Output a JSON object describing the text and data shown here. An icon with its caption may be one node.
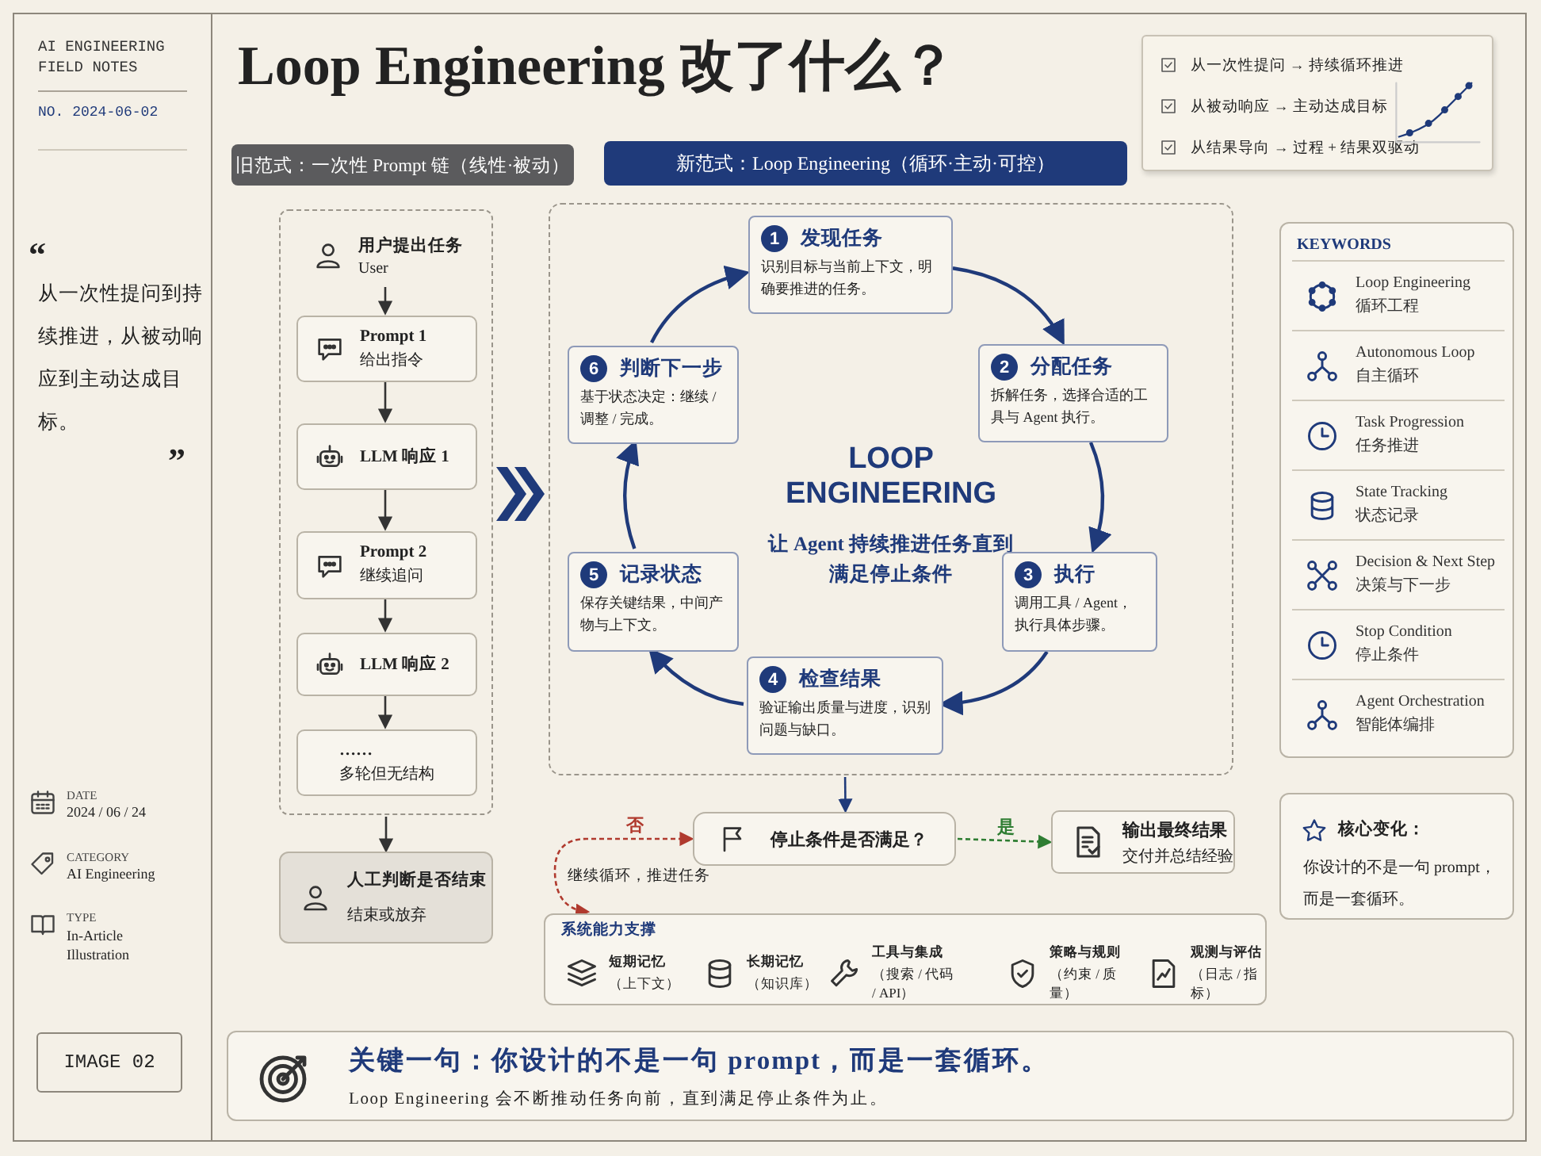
{
  "diagram": {
    "title": "Loop Engineering 改了什么？",
    "nodes": [
      {
        "text": [
          "旧范式：一次性 Prompt 链（线性·被动）"
        ]
      },
      {
        "text": [
          "新范式：Loop Engineering（循环·主动·可控）"
        ]
      },
      {
        "text": [],
        "shape": "box"
      },
      {
        "text": [
          "用户提出任务",
          "User"
        ],
        "in": 2
      },
      {
        "text": [
          "Prompt 1",
          "给出指令"
        ],
        "in": 2
      },
      {
        "text": [
          "LLM 响应 1"
        ],
        "in": 2
      },
      {
        "text": [
          "Prompt 2",
          "继续追问"
        ],
        "in": 2
      },
      {
        "text": [
          "LLM 响应 2"
        ],
        "in": 2
      },
      {
        "text": [
          "……",
          "多轮但无结构"
        ],
        "in": 2
      },
      {
        "text": [
          "人工判断是否结束",
          "结束或放弃"
        ]
      },
      {
        "text": [
          "LOOP ENGINEERING",
          "让 Agent 持续推进任务直到满足停止条件"
        ]
      },
      {
        "text": [
          "1",
          "发现任务",
          "识别目标与当前上下文，明确要推进的任务。"
        ],
        "in": 10
      },
      {
        "text": [
          "2",
          "分配任务",
          "拆解任务，选择合适的工具与 Agent 执行。"
        ],
        "in": 10
      },
      {
        "text": [
          "3",
          "执行",
          "调用工具 / Agent，执行具体步骤。"
        ],
        "in": 10
      },
      {
        "text": [
          "4",
          "检查结果",
          "验证输出质量与进度，识别问题与缺口。"
        ],
        "in": 10
      },
      {
        "text": [
          "5",
          "记录状态",
          "保存关键结果，中间产物与上下文。"
        ],
        "in": 10
      },
      {
        "text": [
          "6",
          "判断下一步",
          "基于状态决定：继续 / 调整 / 完成。"
        ],
        "in": 10
      },
      {
        "text": [
          "停止条件是否满足？"
        ]
      },
      {
        "text": [
          "输出最终结果",
          "交付并总结经验"
        ]
      },
      {
        "text": [
          "系统能力支撑"
        ]
      },
      {
        "text": [
          "短期记忆",
          "（上下文）"
        ],
        "in": 19
      },
      {
        "text": [
          "长期记忆",
          "（知识库）"
        ],
        "in": 19
      },
      {
        "text": [
          "工具与集成",
          "（搜索 / 代码 / API）"
        ],
        "in": 19
      },
      {
        "text": [
          "策略与规则",
          "（约束 / 质量）"
        ],
        "in": 19
      },
      {
        "text": [
          "观测与评估",
          "（日志 / 指标）"
        ],
        "in": 19
      },
      {
        "text": [
          "KEYWORDS"
        ]
      },
      {
        "text": [
          "Loop Engineering",
          "循环工程"
        ],
        "in": 25
      },
      {
        "text": [
          "Autonomous Loop",
          "自主循环"
        ],
        "in": 25
      },
      {
        "text": [
          "Task Progression",
          "任务推进"
        ],
        "in": 25
      },
      {
        "text": [
          "State Tracking",
          "状态记录"
        ],
        "in": 25
      },
      {
        "text": [
          "Decision & Next Step",
          "决策与下一步"
        ],
        "in": 25
      },
      {
        "text": [
          "Stop Condition",
          "停止条件"
        ],
        "in": 25
      },
      {
        "text": [
          "Agent Orchestration",
          "智能体编排"
        ],
        "in": 25
      },
      {
        "text": [
          "核心变化：",
          "你设计的不是一句 prompt，而是一套循环。"
        ]
      },
      {
        "text": [
          "从一次性提问 → 持续循环推进",
          "从被动响应 → 主动达成目标",
          "从结果导向 → 过程 + 结果双驱动"
        ]
      },
      {
        "text": [
          "IMAGE 02"
        ]
      },
      {
        "text": [
          "关键一句：你设计的不是一句 prompt，而是一套循环。",
          "Loop Engineering 会不断推动任务向前，直到满足停止条件为止。"
        ]
      }
    ],
    "edges": [
      {
        "from": 3,
        "to": 4,
        "arrow": "to",
        "color": "#333333"
      },
      {
        "from": 4,
        "to": 5,
        "arrow": "to",
        "color": "#333333"
      },
      {
        "from": 5,
        "to": 6,
        "arrow": "to",
        "color": "#333333"
      },
      {
        "from": 6,
        "to": 7,
        "arrow": "to",
        "color": "#333333"
      },
      {
        "from": 7,
        "to": 8,
        "arrow": "to",
        "color": "#333333"
      },
      {
        "from": 2,
        "to": 9,
        "arrow": "to",
        "color": "#333333"
      },
      {
        "from": 2,
        "to": 10,
        "arrow": "to",
        "style": "thick"
      },
      {
        "from": 11,
        "to": 12,
        "arrow": "to"
      },
      {
        "from": 12,
        "to": 13,
        "arrow": "to"
      },
      {
        "from": 13,
        "to": 14,
        "arrow": "to"
      },
      {
        "from": 14,
        "to": 15,
        "arrow": "to"
      },
      {
        "from": 15,
        "to": 16,
        "arrow": "to"
      },
      {
        "from": 16,
        "to": 11,
        "arrow": "to"
      },
      {
        "from": 10,
        "to": 17,
        "arrow": "to"
      },
      {
        "from": 17,
        "to": 18,
        "arrow": "to",
        "label": "是",
        "style": "dashed",
        "color": "#2e7d32"
      },
      {
        "from": 17,
        "to": 19,
        "arrow": "both",
        "label": "否",
        "style": "dashed",
        "color": "#b03a2e"
      }
    ],
    "labels": [
      "AI ENGINEERING FIELD NOTES",
      "NO. 2024-06-02",
      "“",
      "从一次性提问到持续推进，从被动响应到主动达成目标。",
      "”",
      "DATE",
      "2024 / 06 / 24",
      "CATEGORY",
      "AI Engineering",
      "TYPE",
      "In-Article Illustration",
      "继续循环，推进任务"
    ]
  }
}
